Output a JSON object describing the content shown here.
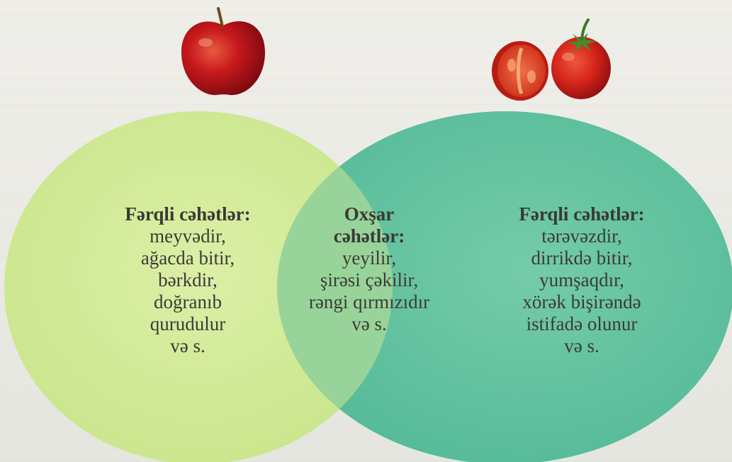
{
  "left": {
    "heading": "Fərqli cəhətlər:",
    "items": [
      "meyvədir,",
      "ağacda bitir,",
      "bərkdir,",
      "doğranıb",
      "qurudulur",
      "və s."
    ]
  },
  "center": {
    "heading_line1": "Oxşar",
    "heading_line2": "cəhətlər:",
    "items": [
      "yeyilir,",
      "şirəsi çəkilir,",
      "rəngi qırmızıdır",
      "və s."
    ]
  },
  "right": {
    "heading": "Fərqli cəhətlər:",
    "items": [
      "tərəvəzdir,",
      "dirrikdə bitir,",
      "yumşaqdır,",
      "xörək bişirəndə",
      "istifadə olunur",
      "və s."
    ]
  },
  "colors": {
    "left_circle": "#d6ec9c",
    "right_circle": "#5cc2a0",
    "overlap": "#9ed69c",
    "text": "#3c3b36",
    "apple": "#c8191c",
    "tomato": "#d3231a"
  },
  "icons": {
    "left_image": "apple-icon",
    "right_image": "tomato-icon"
  }
}
